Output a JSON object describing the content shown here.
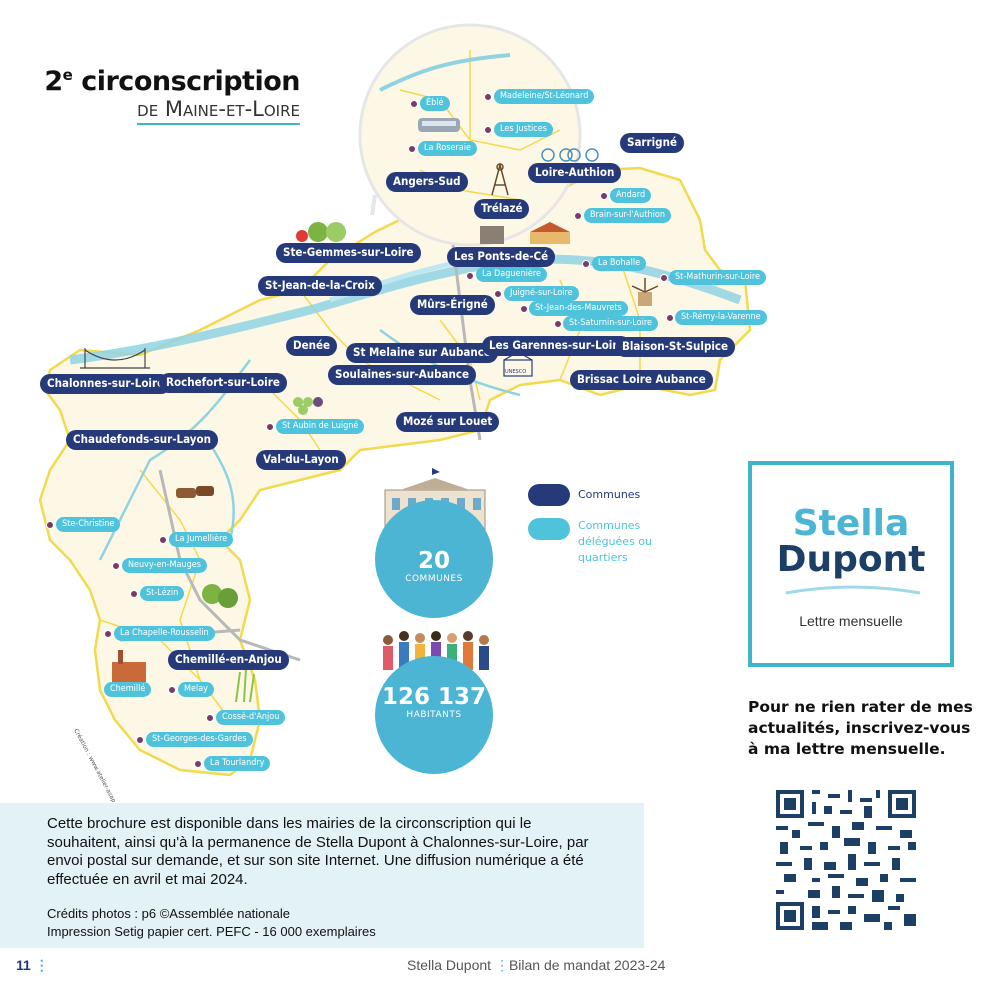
{
  "title": {
    "line1": "circonscription",
    "ordinal": "2",
    "sup": "e",
    "line2": "de Maine-et-Loire"
  },
  "communes": [
    {
      "label": "Angers-Sud"
    },
    {
      "label": "Loire-Authion"
    },
    {
      "label": "Sarrigné"
    },
    {
      "label": "Trélazé"
    },
    {
      "label": "Ste-Gemmes-sur-Loire"
    },
    {
      "label": "Les Ponts-de-Cé"
    },
    {
      "label": "St-Jean-de-la-Croix"
    },
    {
      "label": "Mûrs-Érigné"
    },
    {
      "label": "Denée"
    },
    {
      "label": "St Melaine sur Aubance"
    },
    {
      "label": "Les Garennes-sur-Loire"
    },
    {
      "label": "Blaison-St-Sulpice"
    },
    {
      "label": "Chalonnes-sur-Loire"
    },
    {
      "label": "Rochefort-sur-Loire"
    },
    {
      "label": "Soulaines-sur-Aubance"
    },
    {
      "label": "Brissac Loire Aubance"
    },
    {
      "label": "Chaudefonds-sur-Layon"
    },
    {
      "label": "Mozé sur Louet"
    },
    {
      "label": "Val-du-Layon"
    },
    {
      "label": "Chemillé-en-Anjou"
    }
  ],
  "deleguees": [
    {
      "label": "Éblé"
    },
    {
      "label": "Madeleine/St-Léonard"
    },
    {
      "label": "Les Justices"
    },
    {
      "label": "La Roseraie"
    },
    {
      "label": "Andard"
    },
    {
      "label": "Brain-sur-l'Authion"
    },
    {
      "label": "La Bohalle"
    },
    {
      "label": "La Daguenière"
    },
    {
      "label": "St-Mathurin-sur-Loire"
    },
    {
      "label": "Juigné-sur-Loire"
    },
    {
      "label": "St-Jean-des-Mauvrets"
    },
    {
      "label": "St-Saturnin-sur-Loire"
    },
    {
      "label": "St-Rémy-la-Varenne"
    },
    {
      "label": "St Aubin de Luigné"
    },
    {
      "label": "Ste-Christine"
    },
    {
      "label": "La Jumellière"
    },
    {
      "label": "Neuvy-en-Mauges"
    },
    {
      "label": "St-Lézin"
    },
    {
      "label": "La Chapelle-Rousselin"
    },
    {
      "label": "Chemillé"
    },
    {
      "label": "Melay"
    },
    {
      "label": "Cossé-d'Anjou"
    },
    {
      "label": "St-Georges-des-Gardes"
    },
    {
      "label": "La Tourlandry"
    }
  ],
  "map_credit": "Création : www.atelier-asap.com",
  "unesco": "UNESCO",
  "stats": [
    {
      "value": "20",
      "label": "COMMUNES"
    },
    {
      "value": "126 137",
      "label": "HABITANTS"
    }
  ],
  "legend": [
    {
      "label": "Communes",
      "color": "#263a7a"
    },
    {
      "label": "Communes déléguées ou quartiers",
      "color": "#4fc3dc"
    }
  ],
  "logo": {
    "name1": "Stella",
    "name2": "Dupont",
    "subtitle": "Lettre mensuelle"
  },
  "cta": "Pour ne rien rater de mes actualités, inscrivez-vous à ma lettre mensuelle.",
  "info": {
    "paragraph": "Cette brochure est disponible dans les mairies de la circonscription qui le souhaitent, ainsi qu'à la permanence de Stella Dupont à Chalonnes-sur-Loire, par envoi postal sur demande, et sur son site Internet. Une diffusion numérique a été effectuée en avril et mai 2024.",
    "credits": "Crédits photos : p6 ©Assemblée nationale",
    "print": "Impression Setig papier cert. PEFC - 16 000 exemplaires"
  },
  "footer": {
    "page": "11",
    "author": "Stella Dupont",
    "separator": "⋮",
    "publication": "Bilan de mandat 2023-24"
  },
  "colors": {
    "commune": "#263a7a",
    "deleguee": "#4fc3dc",
    "accent": "#3fb5cc",
    "map_fill": "#fdf8e6",
    "border": "#f2d94e",
    "river": "#8fd3e3"
  }
}
